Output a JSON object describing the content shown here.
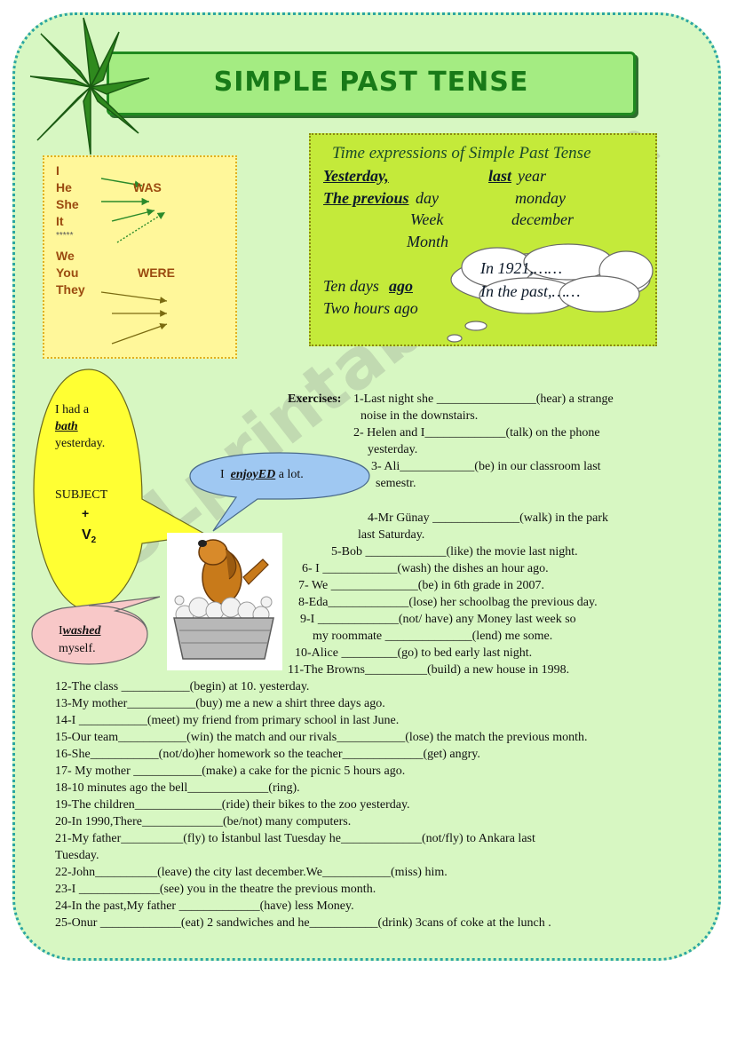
{
  "title": "SIMPLE PAST TENSE",
  "pronouns": {
    "singular": [
      "I",
      "He",
      "She",
      "It"
    ],
    "separator": "*****",
    "plural": [
      "We",
      "You",
      "They"
    ],
    "was": "WAS",
    "were": "WERE"
  },
  "time_expressions": {
    "heading": "Time expressions of Simple Past Tense",
    "yesterday": "Yesterday,",
    "last": "last",
    "year": "year",
    "the_previous": "The previous",
    "day": "day",
    "monday": "monday",
    "week": "Week",
    "december": "december",
    "month": "Month",
    "ten_days": "Ten days",
    "ago": "ago",
    "two_hours_ago": "Two hours ago",
    "in_1921": "In 1921,……",
    "in_the_past": "In the past,……"
  },
  "bubbles": {
    "yellow_line1": "I had a",
    "yellow_bath": "bath",
    "yellow_line3": "yesterday.",
    "subject": "SUBJECT",
    "plus": "+",
    "v2": "V",
    "v2_sub": "2",
    "blue_i": "I",
    "blue_enjoyed": "enjoyED",
    "blue_rest": "a lot.",
    "pink_i": "I",
    "pink_washed": "washed",
    "pink_myself": "myself."
  },
  "exercises": {
    "label": "Exercises:",
    "lines": [
      "1-Last night she ________________(hear) a strange",
      "noise in the downstairs.",
      "2- Helen and I_____________(talk) on the phone",
      "yesterday.",
      "3- Ali____________(be) in our classroom last",
      "semestr.",
      "4-Mr Günay ______________(walk) in the park",
      "last Saturday.",
      "5-Bob _____________(like) the movie last night.",
      "6- I ____________(wash) the dishes an hour ago.",
      "7- We ______________(be) in 6th grade in 2007.",
      "8-Eda_____________(lose) her schoolbag the previous day.",
      "9-I _____________(not/ have) any Money last week so",
      "my roommate ______________(lend) me some.",
      "10-Alice _________(go) to bed early last night.",
      "11-The Browns__________(build) a new house in 1998.",
      "12-The class ___________(begin) at 10. yesterday.",
      "13-My mother___________(buy) me a new a shirt three days ago.",
      "14-I ___________(meet) my friend from primary school in last June.",
      "15-Our team___________(win) the match and our rivals___________(lose) the match the previous month.",
      "16-She___________(not/do)her homework so the teacher_____________(get) angry.",
      "17- My mother ___________(make) a cake for the picnic 5 hours ago.",
      "18-10 minutes ago the bell_____________(ring).",
      "19-The children______________(ride)  their bikes to the zoo yesterday.",
      "20-In 1990,There_____________(be/not) many computers.",
      "21-My father__________(fly) to İstanbul last Tuesday he_____________(not/fly) to Ankara last",
      "Tuesday.",
      "22-John__________(leave) the city last december.We___________(miss) him.",
      "23-I _____________(see) you in the theatre  the previous month.",
      "24-In the past,My father _____________(have) less Money.",
      "25-Onur _____________(eat) 2 sandwiches and he___________(drink) 3cans of coke at the lunch ."
    ]
  },
  "watermark": "ESLprintables.com",
  "colors": {
    "sheet": "#d7f7c2",
    "title_bar": "#a4ec82",
    "title_text": "#187a18",
    "pronoun_box": "#fff79a",
    "time_box": "#c4ea3a",
    "yellow_bubble": "#ffff33",
    "blue_bubble": "#9fc8f2",
    "pink_bubble": "#f8c8c8"
  }
}
